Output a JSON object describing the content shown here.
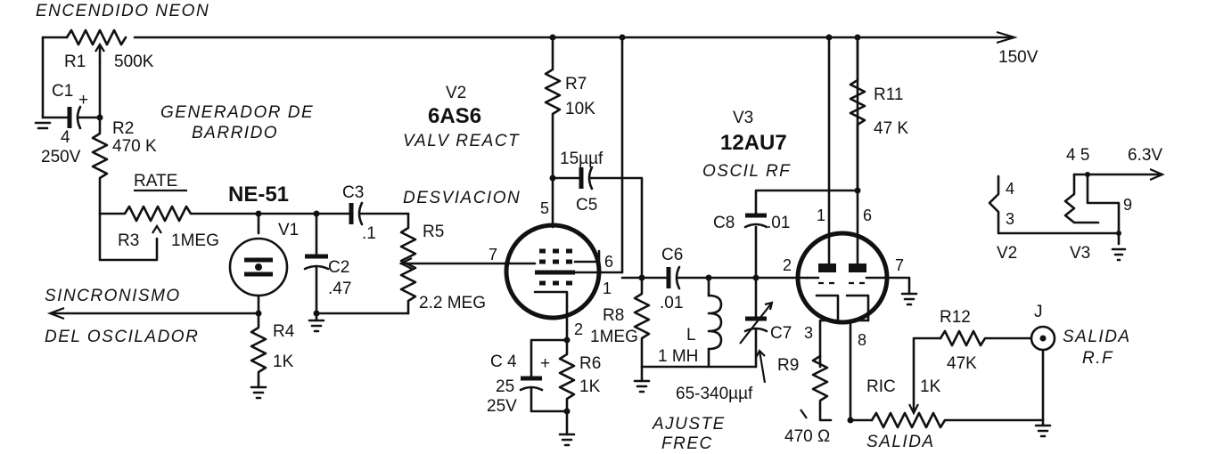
{
  "labels": {
    "title": "ENCENDIDO NEON",
    "supply": "150V",
    "heater": "6.3V",
    "r1_name": "R1",
    "r1_value": "500K",
    "c1_name": "C1",
    "c1_plus": "+",
    "c1_value_a": "4",
    "c1_value_b": "250V",
    "r2_name": "R2",
    "r2_value": "470 K",
    "gen_line1": "GENERADOR DE",
    "gen_line2": "BARRIDO",
    "rate": "RATE",
    "r3_name": "R3",
    "r3_value": "1MEG",
    "ne_name": "NE-51",
    "v1_name": "V1",
    "c3_name": "C3",
    "c3_value": ".1",
    "c2_name": "C2",
    "c2_value": ".47",
    "desviacion": "DESVIACION",
    "r5_name": "R5",
    "r5_value": "2.2 MEG",
    "sync_line1": "SINCRONISMO",
    "sync_line2": "DEL OSCILADOR",
    "r4_name": "R4",
    "r4_value": "1K",
    "v2_name": "V2",
    "v2_type": "6AS6",
    "v2_desc": "VALV REACT",
    "r7_name": "R7",
    "r7_value": "10K",
    "c5_value": "15µµf",
    "c5_name": "C5",
    "v2_pin5": "5",
    "v2_pin7": "7",
    "v2_pin6": "6",
    "v2_pin1": "1",
    "v2_pin2": "2",
    "c6_name": "C6",
    "c6_value": ".01",
    "r8_name": "R8",
    "r8_value": "1MEG",
    "l_name": "L",
    "l_value": "1 MH",
    "c4_name": "C 4",
    "c4_plus": "+",
    "c4_value_a": "25",
    "c4_value_b": "25V",
    "r6_name": "R6",
    "r6_value": "1K",
    "c7_name": "C7",
    "c7_value": "65-340µµf",
    "ajuste_line1": "AJUSTE",
    "ajuste_line2": "FREC",
    "v3_name": "V3",
    "v3_type": "12AU7",
    "v3_desc": "OSCIL RF",
    "c8_name": "C8",
    "c8_value": ".01",
    "v3_pin1": "1",
    "v3_pin6": "6",
    "v3_pin2": "2",
    "v3_pin7": "7",
    "v3_pin3": "3",
    "v3_pin8": "8",
    "r11_name": "R11",
    "r11_value": "47 K",
    "r9_name": "R9",
    "r9_value": "470 Ω",
    "r12_name": "R12",
    "r12_value": "47K",
    "r10_name": "RIC",
    "r10_value": "1K",
    "salida_knob": "SALIDA",
    "j_name": "J",
    "salida_rf_1": "SALIDA",
    "salida_rf_2": "R.F",
    "fil_45": "4 5",
    "fil_4": "4",
    "fil_3": "3",
    "fil_9": "9",
    "fil_v2": "V2",
    "fil_v3": "V3"
  }
}
